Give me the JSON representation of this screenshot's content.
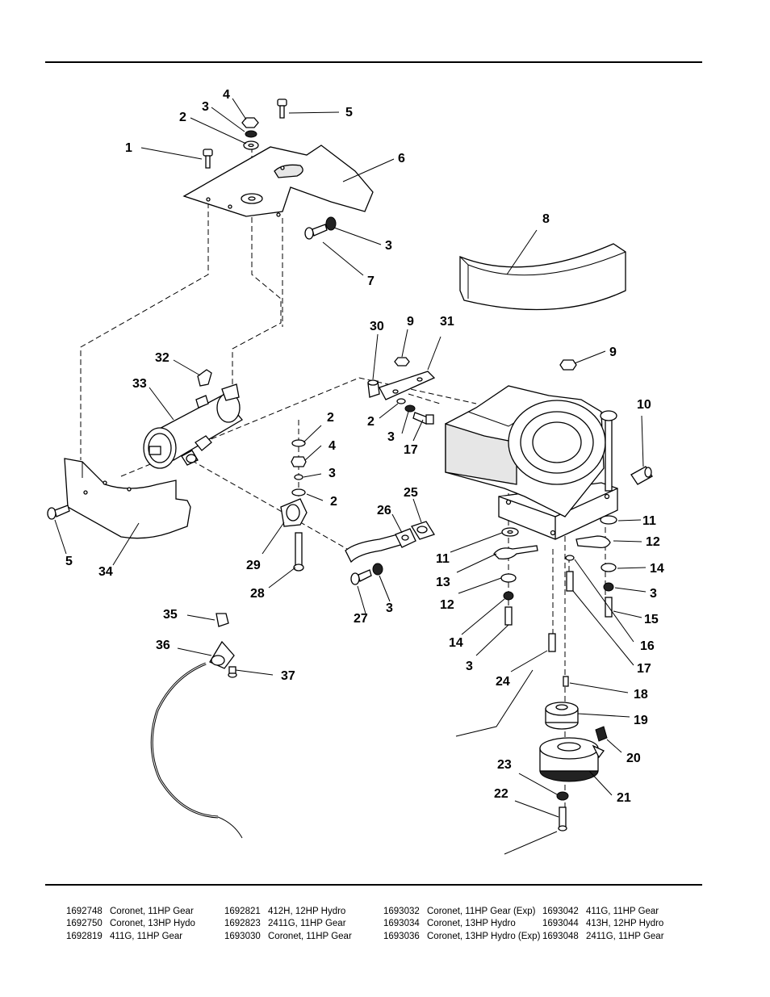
{
  "callouts": [
    "1",
    "2",
    "3",
    "4",
    "5",
    "6",
    "7",
    "8",
    "9",
    "10",
    "11",
    "12",
    "13",
    "14",
    "15",
    "16",
    "17",
    "18",
    "19",
    "20",
    "21",
    "22",
    "23",
    "24",
    "25",
    "26",
    "27",
    "28",
    "29",
    "30",
    "31",
    "32",
    "33",
    "34",
    "35",
    "36",
    "37"
  ],
  "models": [
    [
      {
        "part": "1692748",
        "desc": "Coronet, 11HP Gear"
      },
      {
        "part": "1692750",
        "desc": "Coronet, 13HP Hydo"
      },
      {
        "part": "1692819",
        "desc": "411G, 11HP Gear"
      }
    ],
    [
      {
        "part": "1692821",
        "desc": "412H, 12HP Hydro"
      },
      {
        "part": "1692823",
        "desc": "2411G, 11HP Gear"
      },
      {
        "part": "1693030",
        "desc": "Coronet, 11HP Gear"
      }
    ],
    [
      {
        "part": "1693032",
        "desc": "Coronet, 11HP Gear (Exp)"
      },
      {
        "part": "1693034",
        "desc": "Coronet, 13HP Hydro"
      },
      {
        "part": "1693036",
        "desc": "Coronet, 13HP Hydro (Exp)"
      }
    ],
    [
      {
        "part": "1693042",
        "desc": "411G, 11HP Gear"
      },
      {
        "part": "1693044",
        "desc": "413H, 12HP Hydro"
      },
      {
        "part": "1693048",
        "desc": "2411G, 11HP Gear"
      }
    ]
  ]
}
